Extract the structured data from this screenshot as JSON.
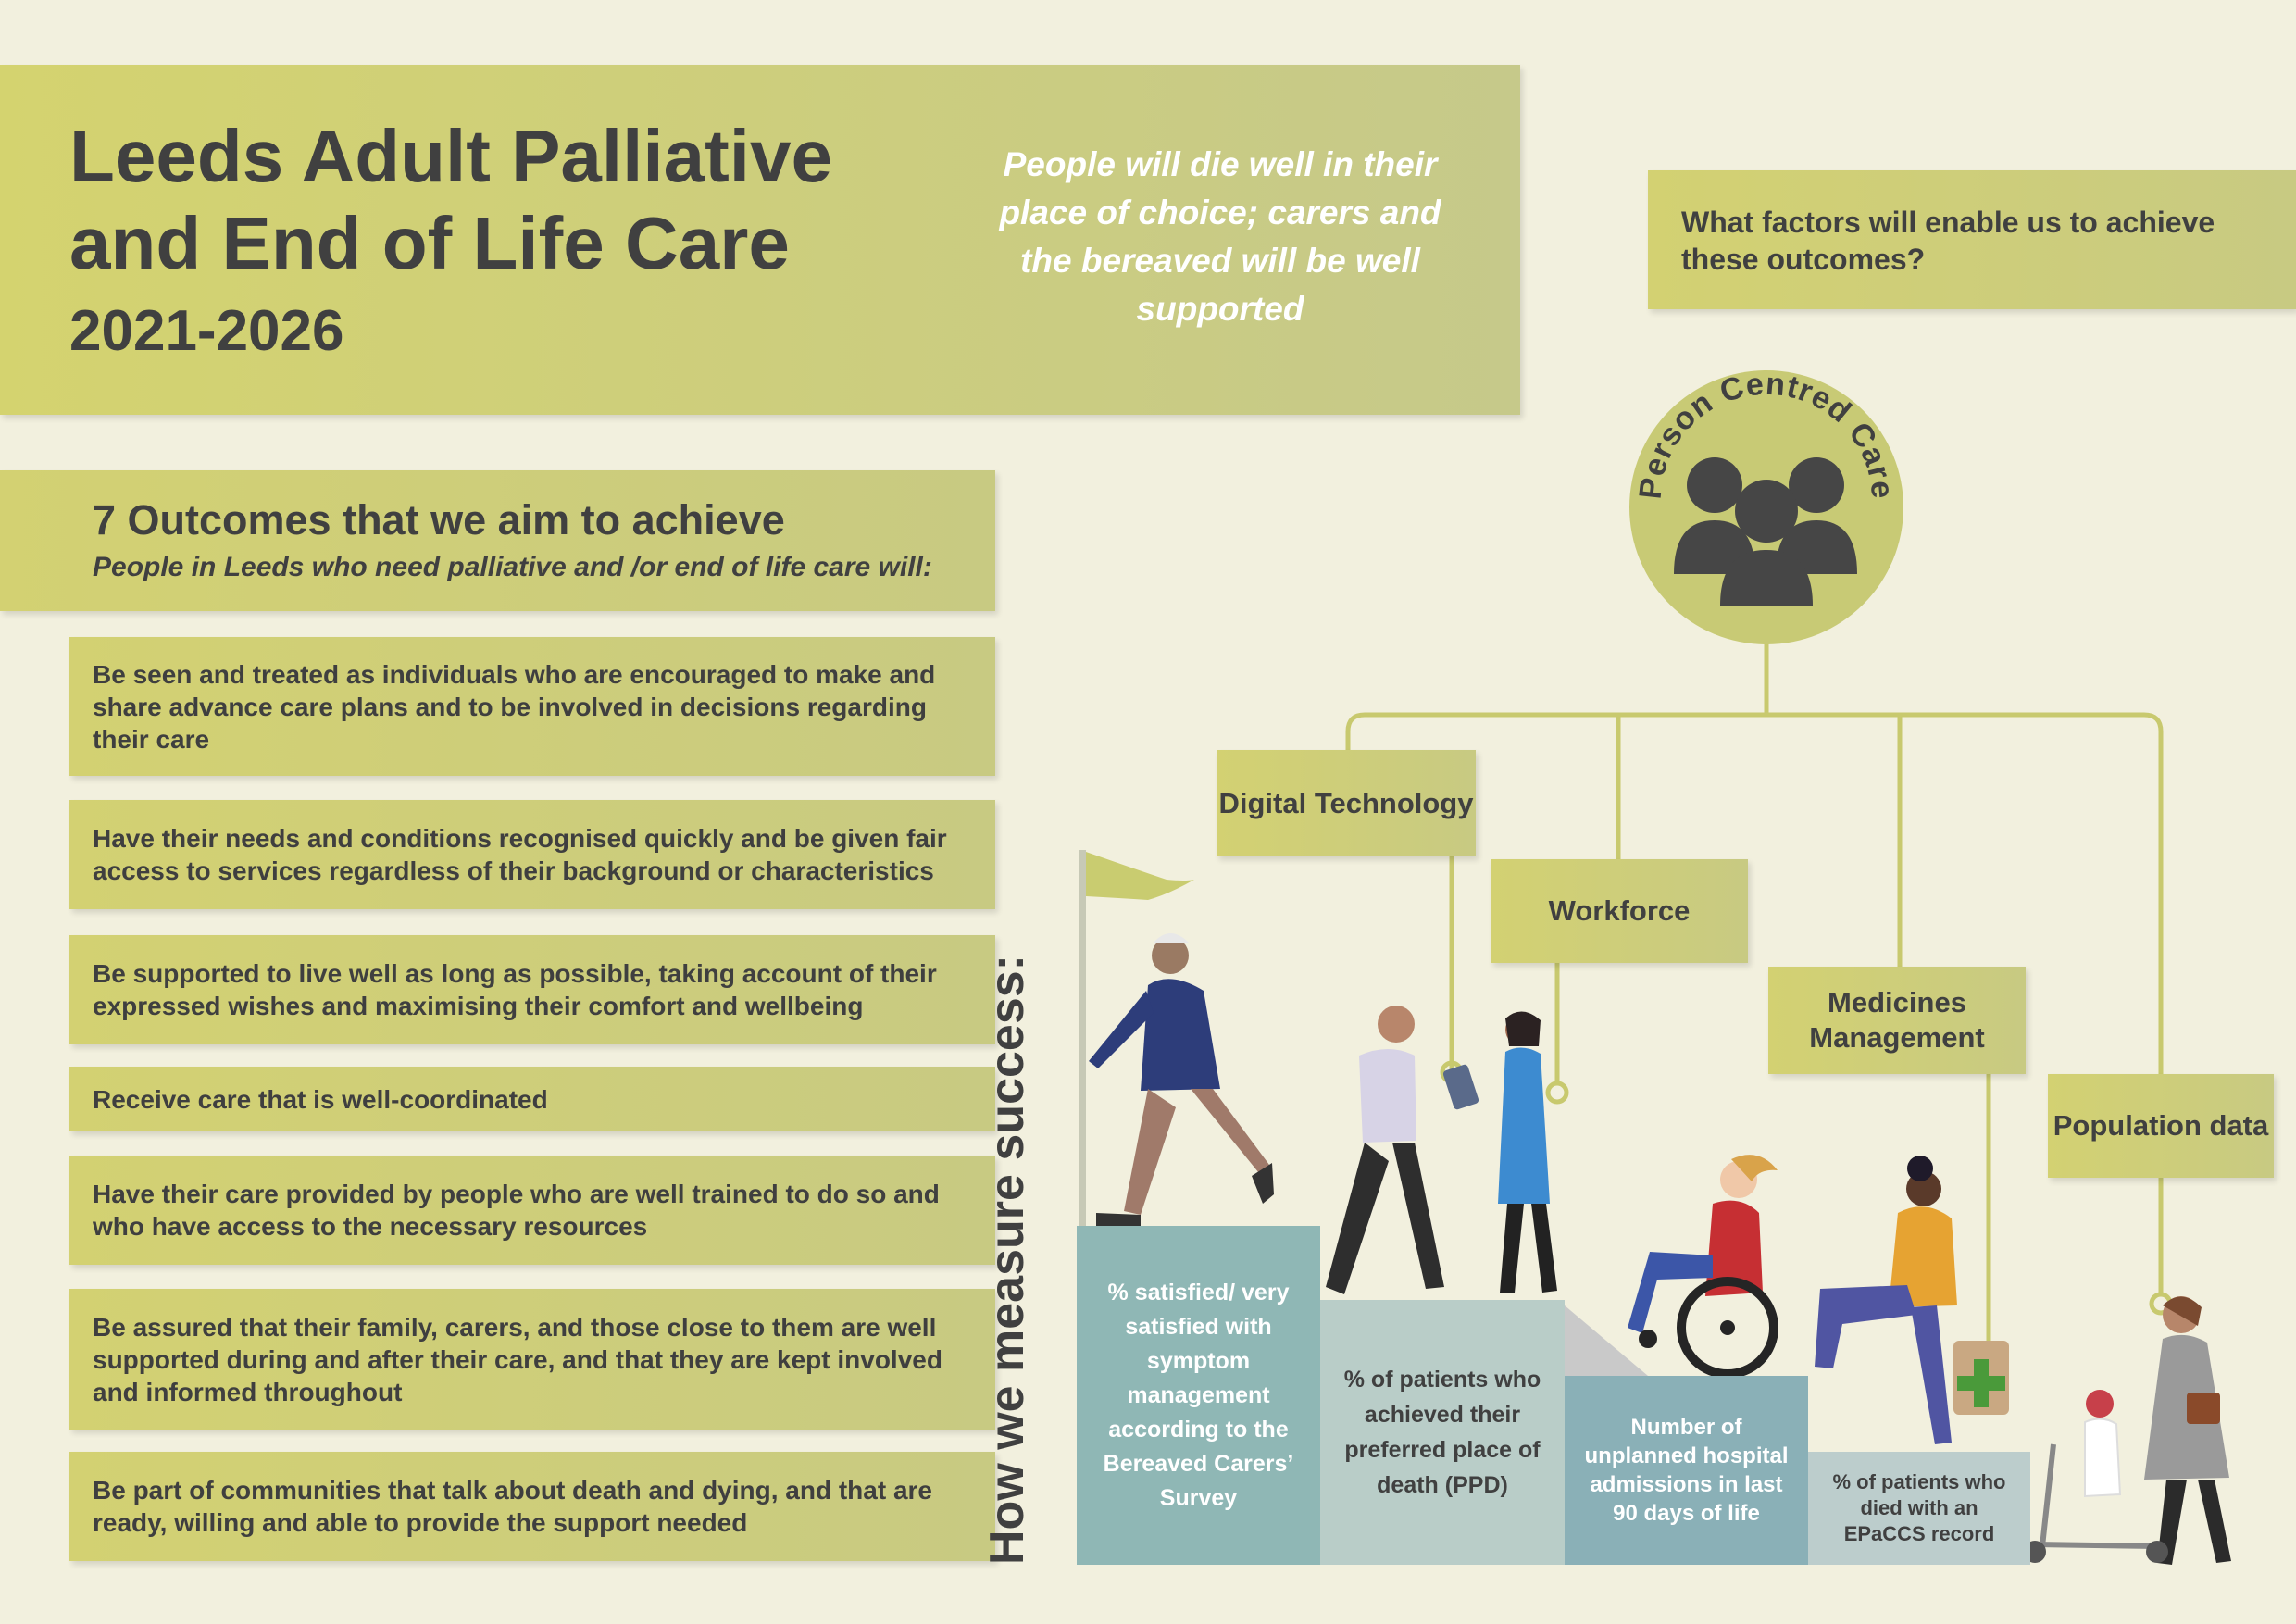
{
  "header": {
    "title_line1": "Leeds Adult Palliative",
    "title_line2": "and End of Life Care",
    "years": "2021-2026",
    "vision": "People will die well in their place of choice; carers and the bereaved will be well supported"
  },
  "factors": {
    "question": "What factors will enable us to achieve these outcomes?",
    "center": "Person Centred Care",
    "items": [
      "Digital Technology",
      "Workforce",
      "Medicines Management",
      "Population data"
    ]
  },
  "outcomes": {
    "title": "7 Outcomes that we aim to achieve",
    "subtitle": "People in Leeds who need palliative and /or end of life care will:",
    "items": [
      "Be seen and treated as individuals who are encouraged to make and share advance care plans and to be involved in decisions regarding their care",
      "Have their needs and conditions recognised quickly and be given fair access to services regardless of their background or characteristics",
      "Be supported to live well as long as possible, taking account of their expressed wishes and maximising their comfort and wellbeing",
      "Receive care that is well-coordinated",
      "Have their care provided by people who are well trained to do so and who have access to the necessary resources",
      "Be assured that their family, carers, and those close to them are well supported during and after their care, and that they are kept involved and informed throughout",
      "Be part of communities that talk about death and dying, and that are ready, willing and able to provide the support needed"
    ]
  },
  "measures": {
    "label": "How we measure success:",
    "items": [
      "% satisfied/ very satisfied with symptom management according to the Bereaved Carers’ Survey",
      "% of patients who achieved their preferred place of death (PPD)",
      "Number of unplanned hospital admissions in last 90 days of life",
      "% of patients who died with an EPaCCS record"
    ]
  },
  "colors": {
    "background": "#f2f0de",
    "panel": "#d3d172",
    "text": "#404040",
    "step1": "#8fb7b5",
    "step2": "#b9cdc8",
    "step3": "#8ab0b7",
    "step4": "#bccdcc",
    "connector": "#c8c96e"
  }
}
